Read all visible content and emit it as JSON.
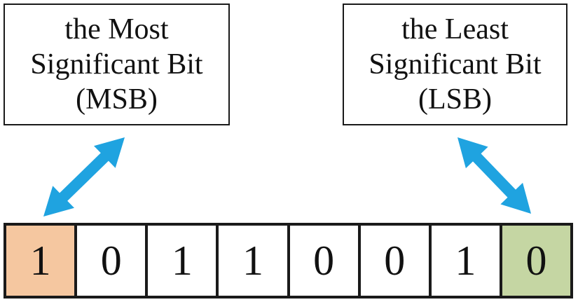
{
  "msb_label": {
    "lines": [
      "the Most",
      "Significant Bit",
      "(MSB)"
    ]
  },
  "lsb_label": {
    "lines": [
      "the Least",
      "Significant Bit",
      "(LSB)"
    ]
  },
  "bits": [
    "1",
    "0",
    "1",
    "1",
    "0",
    "0",
    "1",
    "0"
  ],
  "colors": {
    "msb_highlight": "#f5c7a0",
    "lsb_highlight": "#c5d6a3",
    "arrow": "#1fa3e0",
    "border": "#1a1a1a"
  },
  "icons": {
    "arrow_left": "double-headed-arrow",
    "arrow_right": "double-headed-arrow"
  }
}
